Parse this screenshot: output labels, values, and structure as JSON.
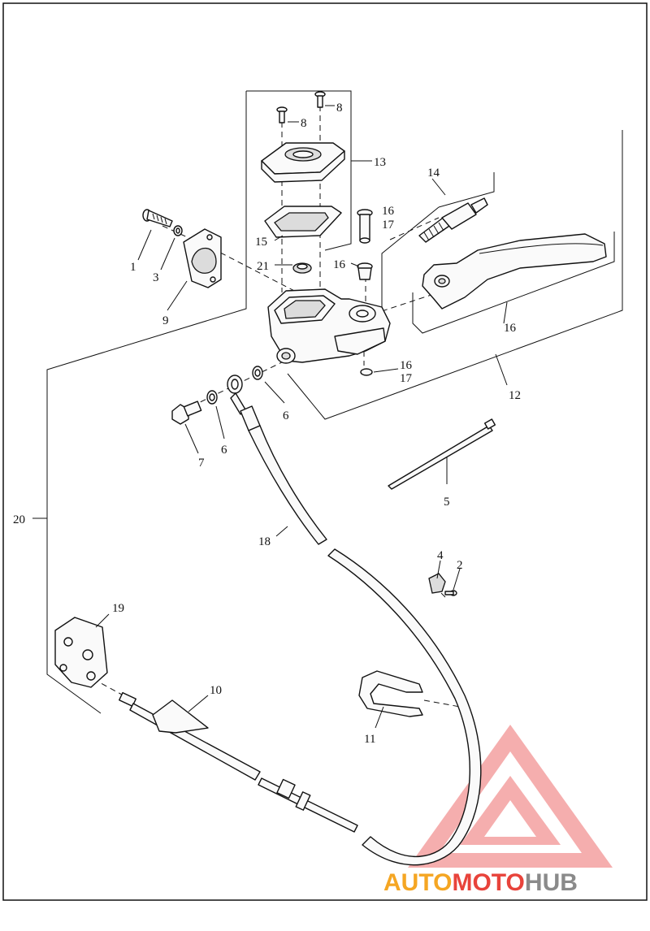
{
  "diagram": {
    "labels": {
      "l1": "1",
      "l2": "2",
      "l3": "3",
      "l4": "4",
      "l5": "5",
      "l6a": "6",
      "l6b": "6",
      "l7": "7",
      "l8a": "8",
      "l8b": "8",
      "l9": "9",
      "l10": "10",
      "l11": "11",
      "l12": "12",
      "l13": "13",
      "l14": "14",
      "l15": "15",
      "l16a": "16",
      "l17a": "17",
      "l16b": "16",
      "l16c": "16",
      "l16d": "16",
      "l17b": "17",
      "l18": "18",
      "l19": "19",
      "l20": "20",
      "l21": "21"
    }
  },
  "watermark": {
    "part1": "AUTO",
    "part2": "MOTO",
    "part3": "HUB",
    "colors": {
      "red": "#e8433b",
      "orange": "#f5a623",
      "gray": "#8a8a8a",
      "pink": "#f4a0a0"
    }
  }
}
